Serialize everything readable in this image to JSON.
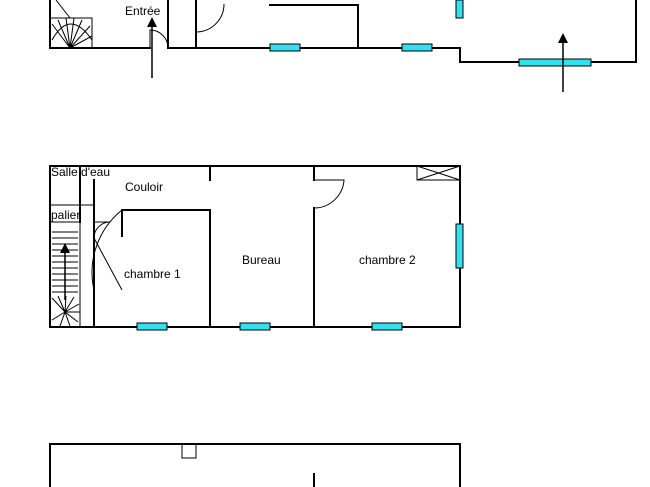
{
  "rooms": {
    "entree": "Entrée",
    "salle_deau": "Salle d'eau",
    "couloir": "Couloir",
    "palier": "palier",
    "chambre1": "chambre 1",
    "bureau": "Bureau",
    "chambre2": "chambre 2"
  },
  "colors": {
    "window": "#33e0ee",
    "wall": "#000000"
  }
}
